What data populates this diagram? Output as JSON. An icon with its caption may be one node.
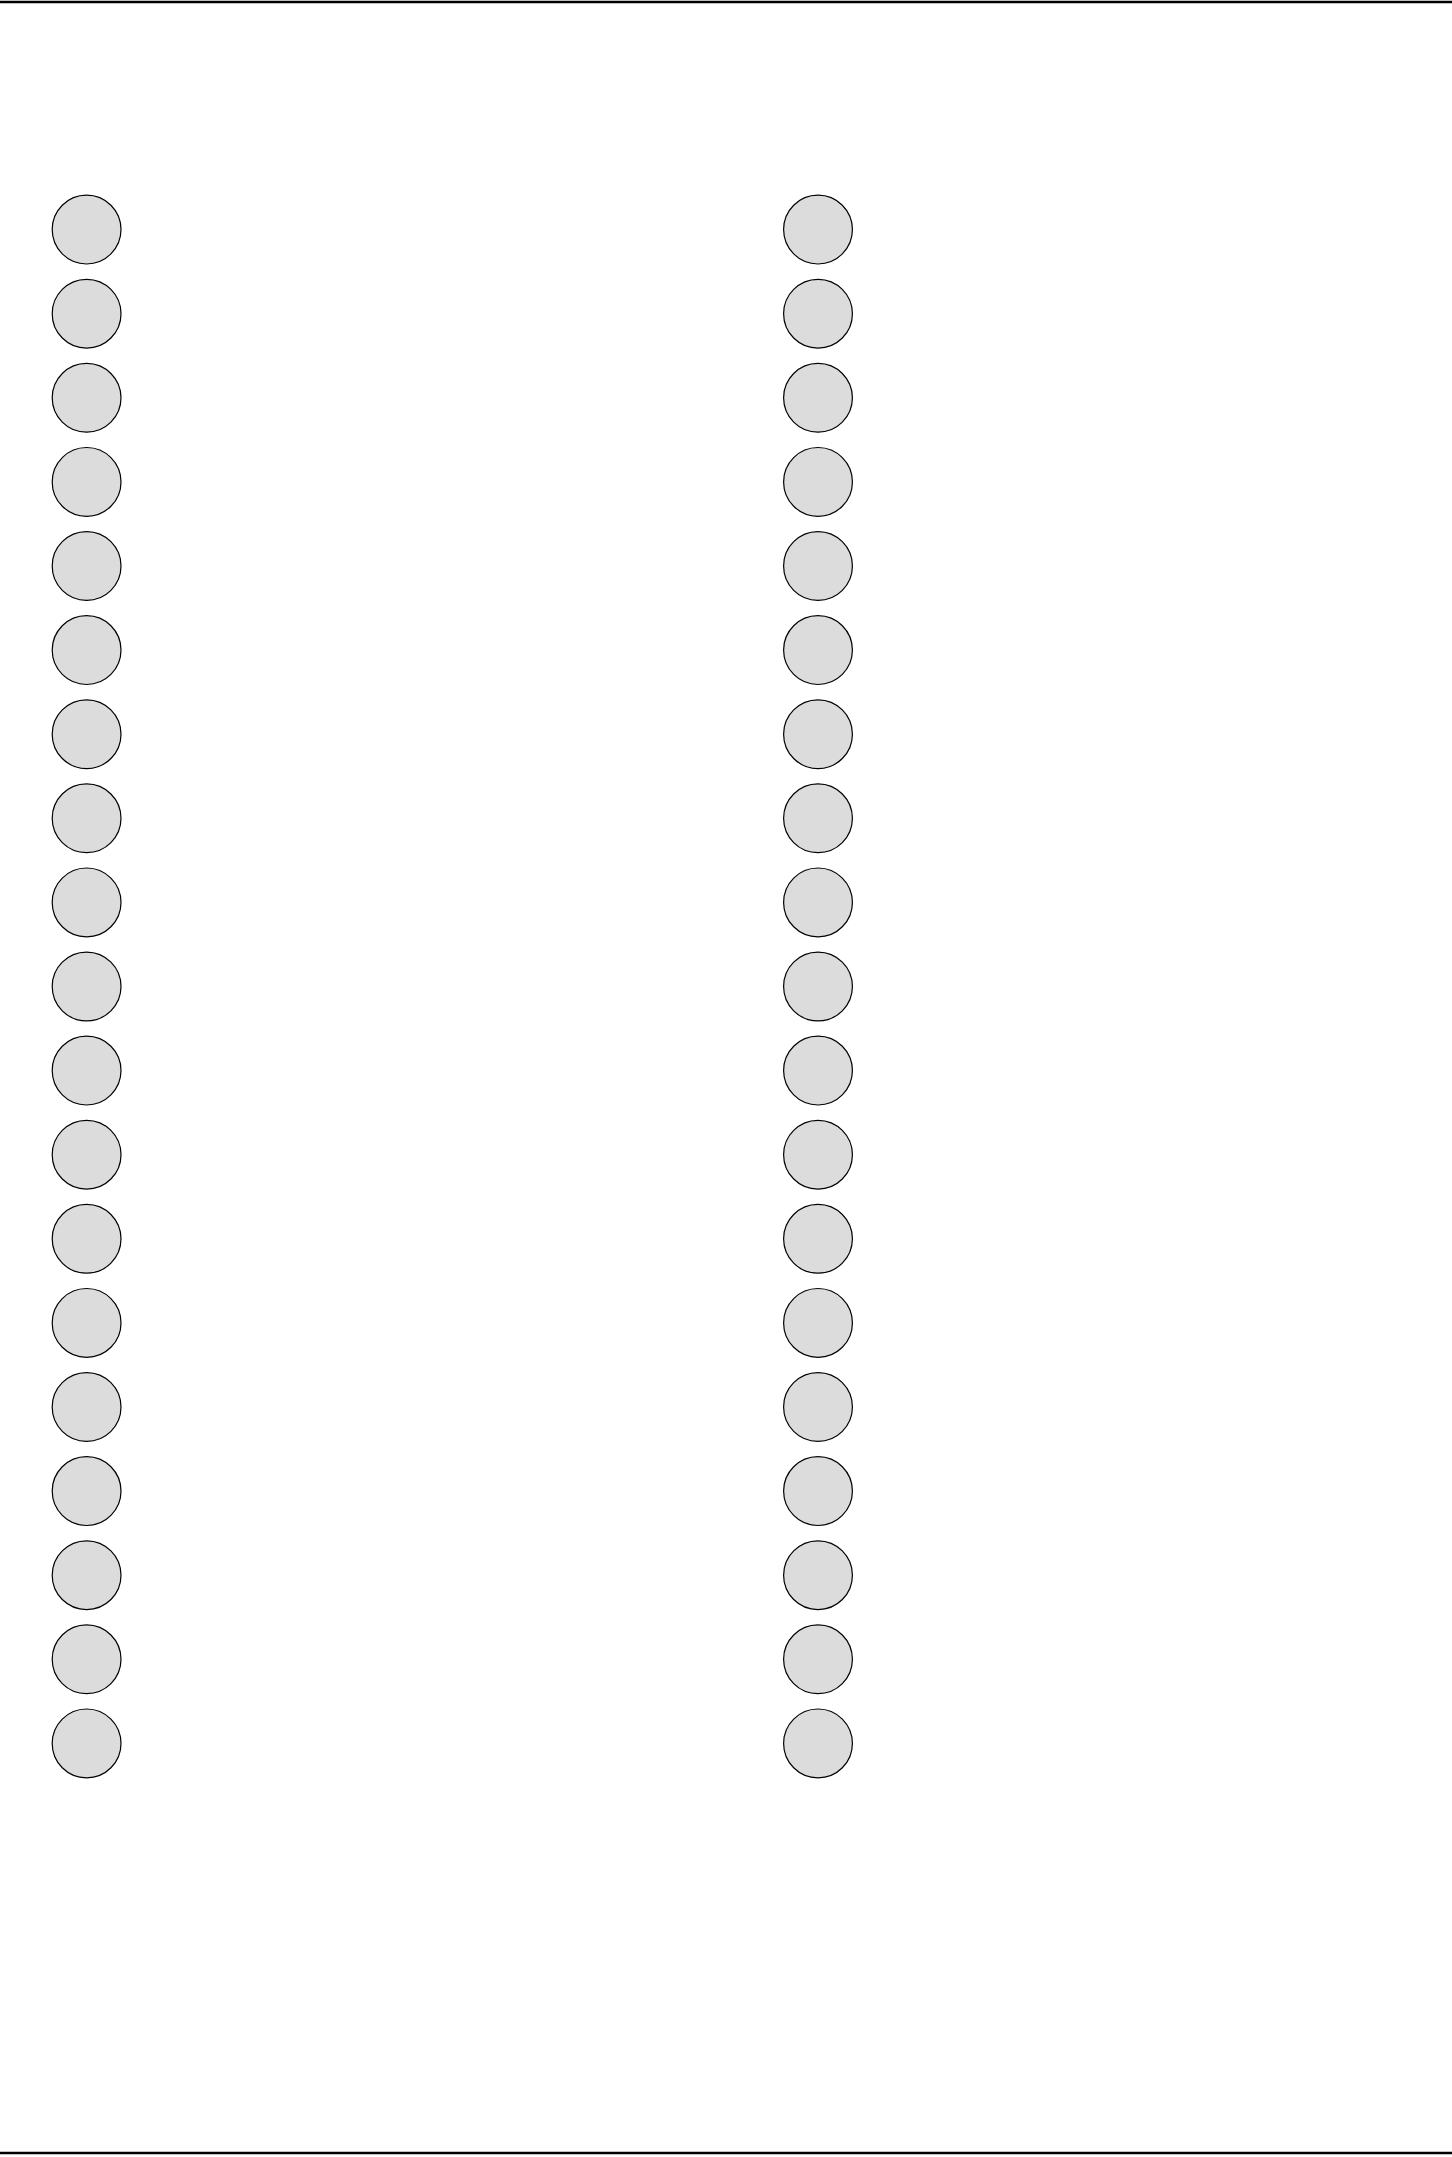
{
  "diagram": {
    "nodes": [
      {
        "text": [],
        "shape": "circle"
      },
      {
        "text": [],
        "shape": "circle"
      },
      {
        "text": [],
        "shape": "circle"
      },
      {
        "text": [],
        "shape": "circle"
      },
      {
        "text": [],
        "shape": "circle"
      },
      {
        "text": [],
        "shape": "circle"
      },
      {
        "text": [],
        "shape": "circle"
      },
      {
        "text": [],
        "shape": "circle"
      },
      {
        "text": [],
        "shape": "circle"
      },
      {
        "text": [],
        "shape": "circle"
      },
      {
        "text": [],
        "shape": "circle"
      },
      {
        "text": [],
        "shape": "circle"
      },
      {
        "text": [],
        "shape": "circle"
      },
      {
        "text": [],
        "shape": "circle"
      },
      {
        "text": [],
        "shape": "circle"
      },
      {
        "text": [],
        "shape": "circle"
      },
      {
        "text": [],
        "shape": "circle"
      },
      {
        "text": [],
        "shape": "circle"
      },
      {
        "text": [],
        "shape": "circle"
      },
      {
        "text": [],
        "shape": "circle"
      },
      {
        "text": [],
        "shape": "circle"
      },
      {
        "text": [],
        "shape": "circle"
      },
      {
        "text": [],
        "shape": "circle"
      },
      {
        "text": [],
        "shape": "circle"
      },
      {
        "text": [],
        "shape": "circle"
      },
      {
        "text": [],
        "shape": "circle"
      },
      {
        "text": [],
        "shape": "circle"
      },
      {
        "text": [],
        "shape": "circle"
      },
      {
        "text": [],
        "shape": "circle"
      },
      {
        "text": [],
        "shape": "circle"
      },
      {
        "text": [],
        "shape": "circle"
      },
      {
        "text": [],
        "shape": "circle"
      },
      {
        "text": [],
        "shape": "circle"
      },
      {
        "text": [],
        "shape": "circle"
      },
      {
        "text": [],
        "shape": "circle"
      },
      {
        "text": [],
        "shape": "circle"
      },
      {
        "text": [],
        "shape": "circle"
      },
      {
        "text": [],
        "shape": "circle"
      }
    ]
  }
}
